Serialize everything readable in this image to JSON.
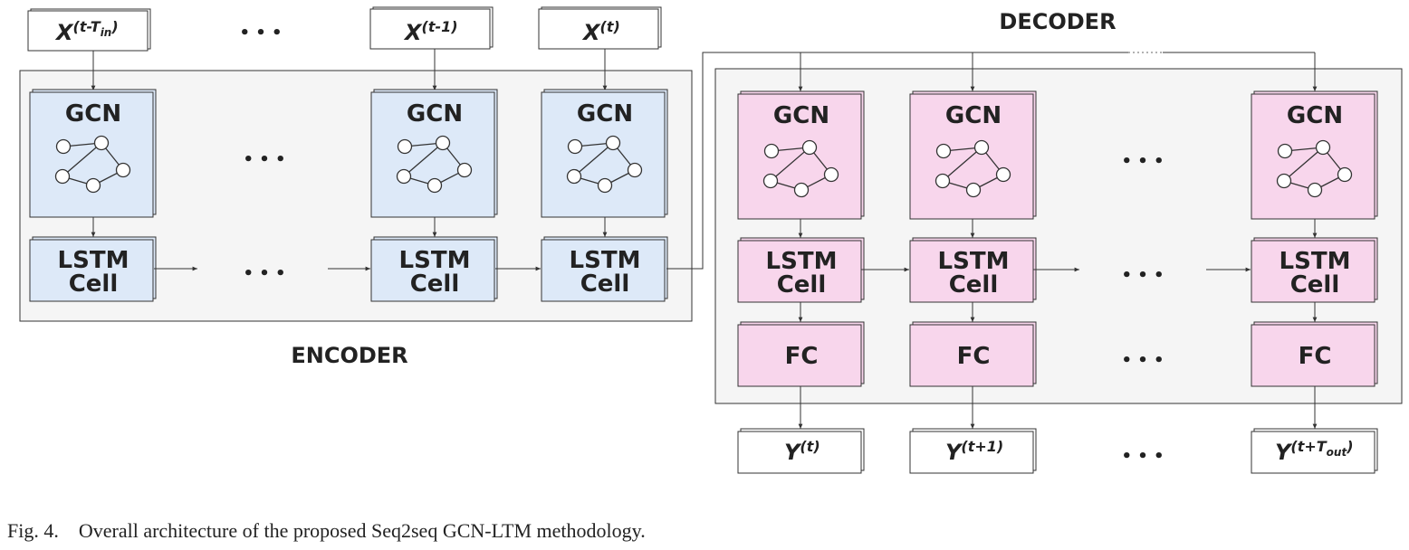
{
  "encoder": {
    "label": "ENCODER",
    "inputs": [
      {
        "base": "X",
        "sup": "(t-T",
        "sub": "in",
        "close": ")"
      },
      {
        "base": "X",
        "sup": "(t-1)",
        "sub": "",
        "close": ""
      },
      {
        "base": "X",
        "sup": "(t)",
        "sub": "",
        "close": ""
      }
    ],
    "gcn_label": "GCN",
    "lstm_line1": "LSTM",
    "lstm_line2": "Cell",
    "ellipsis": "• • •"
  },
  "decoder": {
    "label": "DECODER",
    "gcn_label": "GCN",
    "lstm_line1": "LSTM",
    "lstm_line2": "Cell",
    "fc_label": "FC",
    "outputs": [
      {
        "base": "Y",
        "sup": "(t)",
        "sub": "",
        "close": ""
      },
      {
        "base": "Y",
        "sup": "(t+1)",
        "sub": "",
        "close": ""
      },
      {
        "base": "Y",
        "sup": "(t+T",
        "sub": "out",
        "close": ")"
      }
    ],
    "ellipsis": "• • •"
  },
  "caption": {
    "fig_label": "Fig. 4.",
    "text": "Overall architecture of the proposed Seq2seq GCN-LTM methodology."
  },
  "colors": {
    "encoder_block": "#dde9f8",
    "decoder_block": "#f8d6ec",
    "panel_bg": "#f5f5f5",
    "stroke": "#333333"
  }
}
